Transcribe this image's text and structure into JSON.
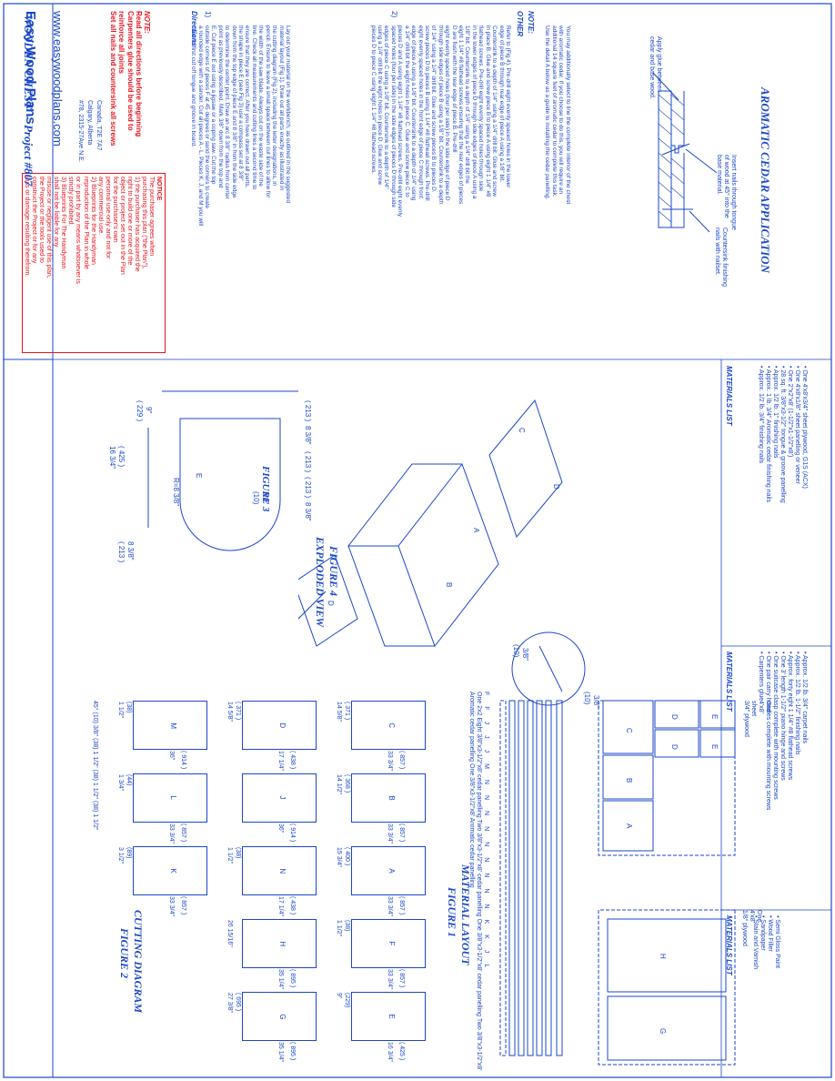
{
  "brand": {
    "name": "Easy Wood Plans",
    "url": "www.easywoodplans.com",
    "address_1": "#78, 2315-27Ave N.E.",
    "address_2": "Calgary, Alberta",
    "address_3": "Canada, T2E 7A7"
  },
  "notice": {
    "heading": "NOTICE",
    "lines": [
      "The purchaser agrees when",
      "purchasing this plan (\"the Plan\"),",
      "1) the purchaser has acquired the",
      "right to build one or more of the",
      "object or project set out in the Plan",
      "for the purchaser's own",
      "personal use only and not for",
      "any commercial use.",
      "2) Blueprints for the Handyman",
      "reproduction of the Plan in whole",
      "or in part by any means whatsoever is",
      "strictly prohibited.",
      "3) Blueprints For The Handyman",
      "shall not be liable for any",
      "misuse or negligent use of this plan,",
      "the Project or the tools used to",
      "construct the Project or for any",
      "loss or damage resulting therefrom."
    ]
  },
  "note": {
    "label": "NOTE:",
    "lines": [
      "Read all directions before beginning",
      "Carpenters glue should be used to",
      "reinforce all joints",
      "Set all nails and countersink all screws"
    ]
  },
  "directions": {
    "heading": "Directions",
    "step1_num": "1)",
    "step1": [
      "Lay out your material on the workbench, as outlined in the suggested",
      "material layout (Fig 1). Draw out all parts exactly as illustrated in",
      "the cutting diagram (Fig 2), including the letter designations, in",
      "pencil. Ensure to leave a small space between cut lines to allow for",
      "the width of the saw blade. Always cut on the waste side of the",
      "line. Check all measurements and cutting lines a second time to",
      "ensure that they are correct. After you have drawn out all parts,",
      "the shape in piece E (see Fig 3) use a compass set at 8 3/8\"",
      "down from the top edge of piece E and 8 3/8\" in from the side edge",
      "to determine the center point. Draw an arc 8 3/8\" radius from center",
      "point as previously described. Mark 3/8\" down from the top and",
      "E. Cut piece E out using a jigsaw or a coping saw. Cut the top",
      "outside corners of pieces F at 45 degrees or sand the corners to create",
      "a rounded edge with a sander. Cut all pieces A - L. Pieces K, J, and M you will",
      "have to first cut off tongue and groove in board."
    ],
    "step2_num": "2)",
    "step2": [
      "Refer to (Fig 4). Pre-drill eight evenly spaced holes in the lower",
      "edge of piece B through rear edge of piece A using a 1/8\" bit.",
      "Countersink to a depth of 1/4\" using a 1/4\" drill bit. Glue and screw",
      "in place B. Glue and screw piece B to piece A using eight 1 1/4\" #8",
      "flathead screws. Pre-drill eight evenly spaced holes through side",
      "in the lower edges of piece D through side edges of piece A using a",
      "1/8\" bit. Countersink to a depth of 1/4\" using a 1/4\" drill bit the",
      "eight 1 1/4\" #8 flathead screws ensuring that the rear edges of pieces",
      "D are flush with the rear edge of piece B. Pre-drill",
      "eight evenly spaced holes (four per side) in the side edge of piece D",
      "through side edges of piece B using a 1/8\" bit. Countersink to a depth",
      "of 1/4\" using a 1/4\" drill bit. Glue and screw pieces B to pieces D.",
      "screw pieces D to pieces B using 1 1/4\" #8 flathead screws. Pre-drill",
      "eight evenly spaced holes in the front edge of piece C through front",
      "edge of piece A using a 1/8\" bit. Countersink to a depth of 1/4\" using",
      "a 1/4\" drill bit the eight holes in piece C. Glue and screw piece C to",
      "pieces D and A using eight 1 1/4\" #8 flathead screws. Pre-drill eight evenly",
      "spaced holes (four per side) in the side edges of pieces D through side",
      "edges of piece C using a 1/8\" bit. Countersink to a depth of 1/4\"",
      "using a 1/4\" drill bit the eight holes in piece D. Glue and screw",
      "pieces D to piece C using eight 1 1/4\" #8 flathead screws."
    ]
  },
  "other": {
    "heading": "OTHER",
    "note_label": "NOTE:",
    "lines": [
      "You may additionally select to line the complete interior of the chest",
      "with aromatic cedar. If you choose to do this, you will require an",
      "additional 14 square feet of aromatic cedar to complete this task.",
      "Use the detail A below as a guide to installing the cedar panelling."
    ]
  },
  "cedar_detail": {
    "insert_nails": [
      "Insert nails through tongue",
      "of wood at 45° into the",
      "base material."
    ],
    "apply_glue": [
      "Apply glue between",
      "cedar and base wood."
    ],
    "countersink": [
      "Countersink finishing",
      "nails with nailset."
    ],
    "title": "AROMATIC CEDAR APPLICATION"
  },
  "project_title": "WOODEN CHEST  -  Project #807",
  "materials_1": {
    "heading": "MATERIALS LIST",
    "items": [
      "• One 4'x8'x3/4\" sheet plywood, G1S (ACX)",
      "• One 4'x8'x1/8\" sheet panelling or veneer",
      "• One 2\"x2\"x8' (1-1/2\"x1-1/2\"x8')",
      "• 28 sq. ft. 3/8\"x3-1/2\" tongue & groove panelling",
      "• Approx. 1/2 lb. 1\" finishing nails",
      "• Approx. 1 lb. 3/4\" Aromatic cedar finishing nails",
      "• Approx. 1/2 lb. 3/4\" finishing nails"
    ]
  },
  "materials_2": {
    "heading": "MATERIALS LIST",
    "items": [
      "• Approx. 1/2 lb. 3/4\" carpet nails",
      "• Approx. 1/2 lb. 1-1/2\" finishing nails",
      "• Approx. forty eight 1 1/4\" #8 flathead screws",
      "• One 3' length 1-1/2\" piano hinge and screws",
      "• One suitcase clasp complete with mounting screws",
      "• One pair carry handles complete with mounting screws",
      "• Carpenters glue"
    ]
  },
  "materials_3": {
    "heading": "MATERIALS LIST",
    "items": [
      "• Semi Gloss Paint",
      "• Wood Filler",
      "• Sandpaper",
      "• Stain and Varnish"
    ]
  },
  "figure3": {
    "title": "FIGURE 3",
    "dims": [
      "( 229 )",
      "9\"",
      "( 425 )",
      "16 3/4\"",
      "( 213 )",
      "8 3/8\"",
      "R=8 3/8\"",
      "( 213 )",
      "( 213 )",
      "8 3/8\"",
      "(10)",
      "3/8\"",
      "( 213 )",
      "8 3/8\""
    ],
    "piece": "E"
  },
  "figure4": {
    "title": "EXPLODED VIEW",
    "subtitle": "FIGURE 4",
    "labels": [
      "C",
      "D",
      "A",
      "B",
      "D"
    ],
    "detail_dims": [
      "(10)",
      "3/8\"",
      "(10)",
      "3/8\""
    ]
  },
  "figure1": {
    "sheet1_label": [
      "One",
      "4'x8'",
      "sheet",
      "3/4\" plywood"
    ],
    "sheet2_label": [
      "One",
      "4'x8'",
      "1/8\" plywood"
    ],
    "pieces_a": [
      "A",
      "B",
      "C",
      "D",
      "D",
      "E",
      "E"
    ],
    "pieces_b": [
      "H",
      "G"
    ],
    "strip_labels": [
      "One 2x2",
      "Eight 3/8\"x3-1/2\"x8'",
      "cedar panelling",
      "Two 3/8\"x3-1/2\"x8'",
      "cedar panelling",
      "One 3/8\"x3-1/2\"x8'",
      "cedar panelling",
      "Two 3/8\"x3-1/2\"x8'",
      "Aromatic cedar panelling",
      "One 3/8\"x3-1/2\"x8'",
      "Aromatic cedar panelling"
    ],
    "strip_letters": [
      "F",
      "F",
      "J",
      "J",
      "J",
      "M",
      "N",
      "N",
      "N",
      "N",
      "N",
      "N",
      "N",
      "N",
      "N",
      "K",
      "K",
      "J",
      "L"
    ],
    "title": "MATERIAL LAYOUT",
    "subtitle": "FIGURE 1"
  },
  "figure2": {
    "title": "CUTTING DIAGRAM",
    "subtitle": "FIGURE 2",
    "parts": [
      {
        "id": "C",
        "w": "( 371 )",
        "wi": "14 5/8\"",
        "h": "( 857 )",
        "hi": "33 3/4\""
      },
      {
        "id": "B",
        "w": "( 368 )",
        "wi": "14 1/2\"",
        "h": "( 857 )",
        "hi": "33 3/4\""
      },
      {
        "id": "A",
        "w": "( 400 )",
        "wi": "15 3/4\"",
        "h": "( 857 )",
        "hi": "33 3/4\""
      },
      {
        "id": "F",
        "w": "(38)",
        "wi": "1 1/2\"",
        "h": "( 857 )",
        "hi": "33 3/4\""
      },
      {
        "id": "E",
        "w": "(229)",
        "wi": "9\"",
        "h": "( 425 )",
        "hi": "16 3/4\""
      },
      {
        "id": "D",
        "w": "( 371 )",
        "wi": "14 5/8\"",
        "h": "( 438 )",
        "hi": "17 1/4\""
      },
      {
        "id": "J",
        "w": "",
        "wi": "",
        "h": "( 914 )",
        "hi": "36\""
      },
      {
        "id": "N",
        "w": "(38)",
        "wi": "1 1/2\"",
        "h": "( 438 )",
        "hi": "17 1/4\""
      },
      {
        "id": "H",
        "w": "",
        "wi": "26 15/16\"",
        "h": "( 895 )",
        "hi": "35 1/4\""
      },
      {
        "id": "G",
        "w": "( 695 )",
        "wi": "27 3/8\"",
        "h": "( 895 )",
        "hi": "35 1/4\""
      },
      {
        "id": "M",
        "w": "(38)",
        "wi": "1 1/2\"",
        "h": "( 914 )",
        "hi": "36\""
      },
      {
        "id": "L",
        "w": "(44)",
        "wi": "1 3/4\"",
        "h": "( 857 )",
        "hi": "33 3/4\""
      },
      {
        "id": "K",
        "w": "(89)",
        "wi": "3 1/2\"",
        "h": "( 857 )",
        "hi": "33 3/4\""
      }
    ],
    "extra": [
      "45°",
      "(10)",
      "3/8\"",
      "(38)",
      "1 1/2\"",
      "(38)",
      "1 1/2\"",
      "(38)",
      "1 1/2\""
    ]
  }
}
